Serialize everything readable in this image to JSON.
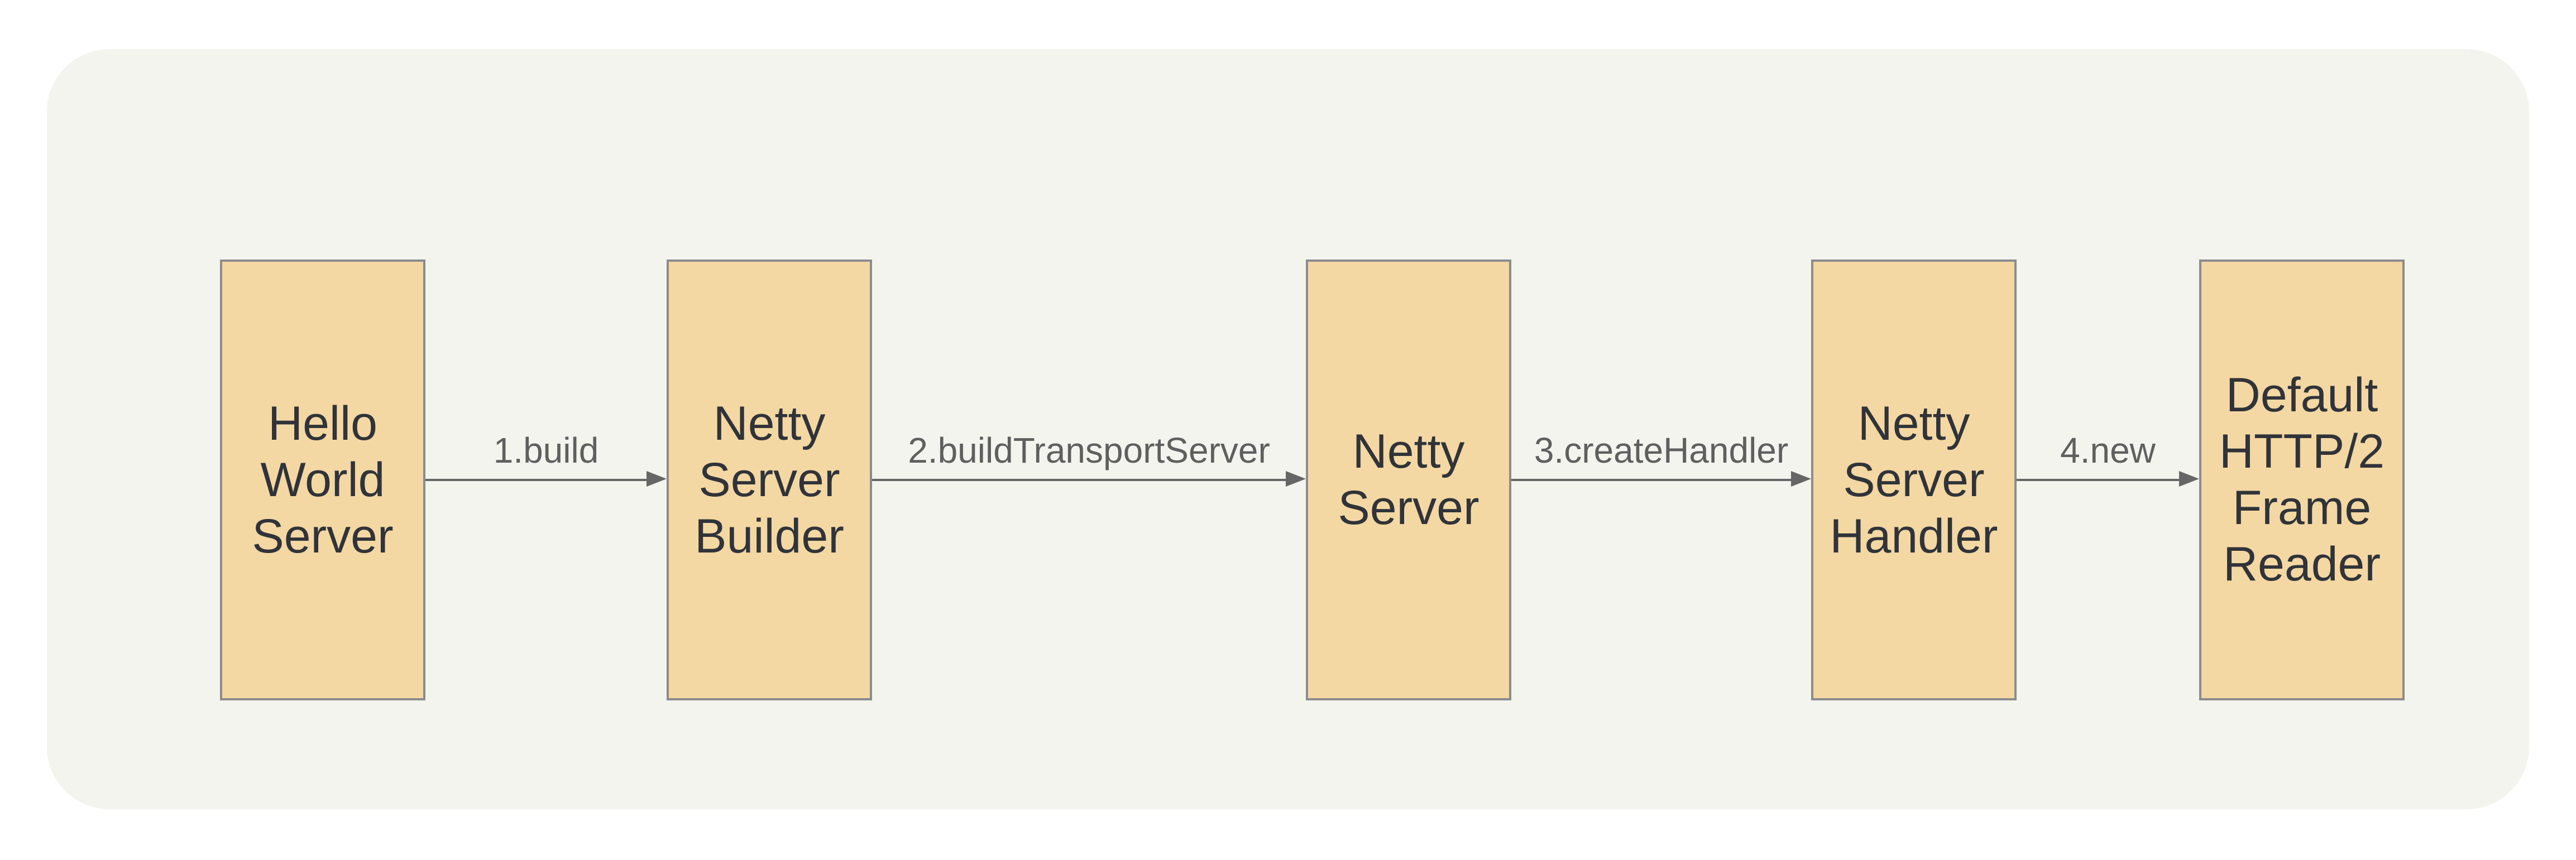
{
  "colors": {
    "page_bg": "#FFFFFF",
    "panel_bg": "#F4F4EF",
    "node_fill": "#F4D8A4",
    "node_border": "#8C8C8C",
    "node_text": "#303438",
    "arrow_color": "#666666",
    "label_color": "#5F5F5F"
  },
  "diagram": {
    "type": "flow-left-to-right",
    "nodes": [
      {
        "id": "hello-world-server",
        "label": "Hello\nWorld\nServer"
      },
      {
        "id": "netty-server-builder",
        "label": "Netty\nServer\nBuilder"
      },
      {
        "id": "netty-server",
        "label": "Netty\nServer"
      },
      {
        "id": "netty-server-handler",
        "label": "Netty\nServer\nHandler"
      },
      {
        "id": "default-http2-frame-reader",
        "label": "Default\nHTTP/2\nFrame\nReader"
      }
    ],
    "edges": [
      {
        "from": "hello-world-server",
        "to": "netty-server-builder",
        "label": "1.build"
      },
      {
        "from": "netty-server-builder",
        "to": "netty-server",
        "label": "2.buildTransportServer"
      },
      {
        "from": "netty-server",
        "to": "netty-server-handler",
        "label": "3.createHandler"
      },
      {
        "from": "netty-server-handler",
        "to": "default-http2-frame-reader",
        "label": "4.new"
      }
    ]
  }
}
